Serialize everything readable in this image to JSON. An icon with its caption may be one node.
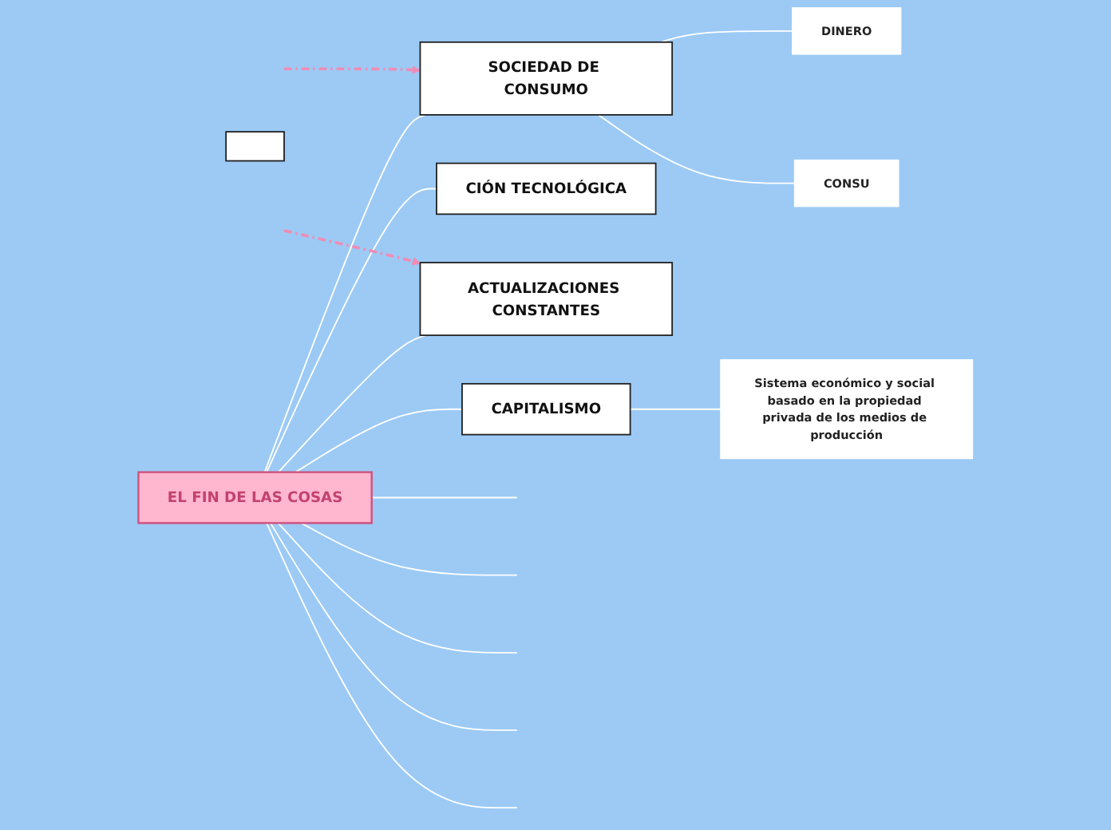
{
  "diagram": {
    "nodes": [
      {
        "text": [
          "EL FIN DE LAS COSAS"
        ]
      },
      {
        "text": [
          "SOCIEDAD DE CONSUMO"
        ]
      },
      {
        "text": [
          "DINERO"
        ]
      },
      {
        "text": [
          "CONSU"
        ]
      },
      {
        "text": [
          "CIÓN TECNOLÓGICA"
        ]
      },
      {
        "text": [
          "ACTUALIZACIONES CONSTANTES"
        ]
      },
      {
        "text": [
          "CAPITALISMO"
        ]
      },
      {
        "text": [
          "Sistema económico y social basado en la propiedad privada de los medios de producción"
        ]
      },
      {
        "text": [],
        "shape": "box"
      }
    ],
    "edges": [
      {
        "from": 0,
        "to": null,
        "arrow": "none"
      },
      {
        "from": 0,
        "to": null,
        "arrow": "none"
      },
      {
        "from": 0,
        "to": 4,
        "arrow": "none"
      },
      {
        "from": 0,
        "to": null,
        "arrow": "none"
      },
      {
        "from": 0,
        "to": 6,
        "arrow": "none"
      },
      {
        "from": 0,
        "to": null,
        "arrow": "none"
      },
      {
        "from": 0,
        "to": 1,
        "arrow": "none"
      },
      {
        "from": 0,
        "to": 5,
        "arrow": "none"
      },
      {
        "from": 0,
        "to": null,
        "arrow": "none"
      },
      {
        "from": 1,
        "to": 2,
        "arrow": "none"
      },
      {
        "from": 1,
        "to": 3,
        "arrow": "none"
      },
      {
        "from": 6,
        "to": 7,
        "arrow": "none"
      },
      {
        "from": null,
        "to": 1,
        "arrow": "to",
        "style": "dashed",
        "color": "#f08cb4"
      },
      {
        "from": null,
        "to": 5,
        "arrow": "to",
        "style": "dashed",
        "color": "#f08cb4"
      }
    ]
  }
}
